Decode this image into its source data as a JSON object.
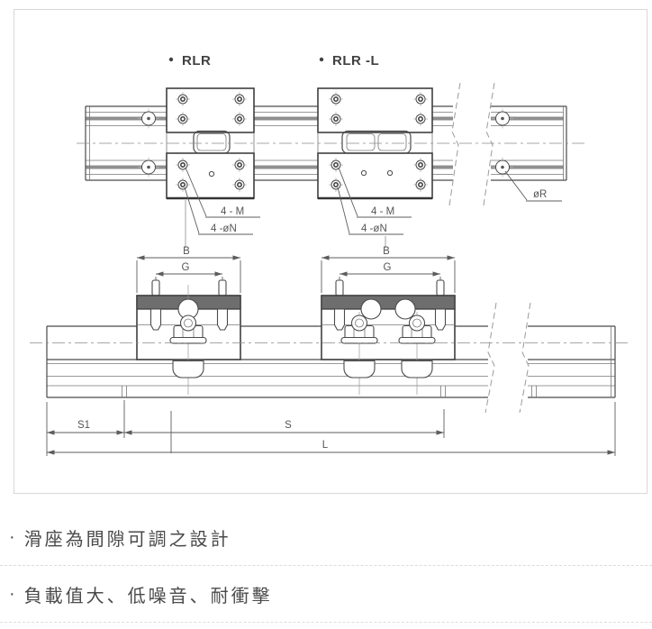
{
  "diagram": {
    "variants": [
      {
        "label": "RLR"
      },
      {
        "label": "RLR -L"
      }
    ],
    "dims": {
      "b": "B",
      "g": "G",
      "s1": "S1",
      "s": "S",
      "l": "L",
      "four_m": "4 - M",
      "four_on": "4 -øN",
      "o_r": "øR"
    },
    "colors": {
      "line": "#4a4a4a",
      "groove": "#8f8f8f",
      "carriage_top_bar": "#6e6e6e",
      "dimension": "#5c5c5c",
      "panel_border": "#d8d8d8"
    }
  },
  "features": {
    "bullet": "·",
    "items": [
      {
        "text": "滑座為間隙可調之設計"
      },
      {
        "text": "負載值大、低噪音、耐衝擊"
      }
    ]
  }
}
